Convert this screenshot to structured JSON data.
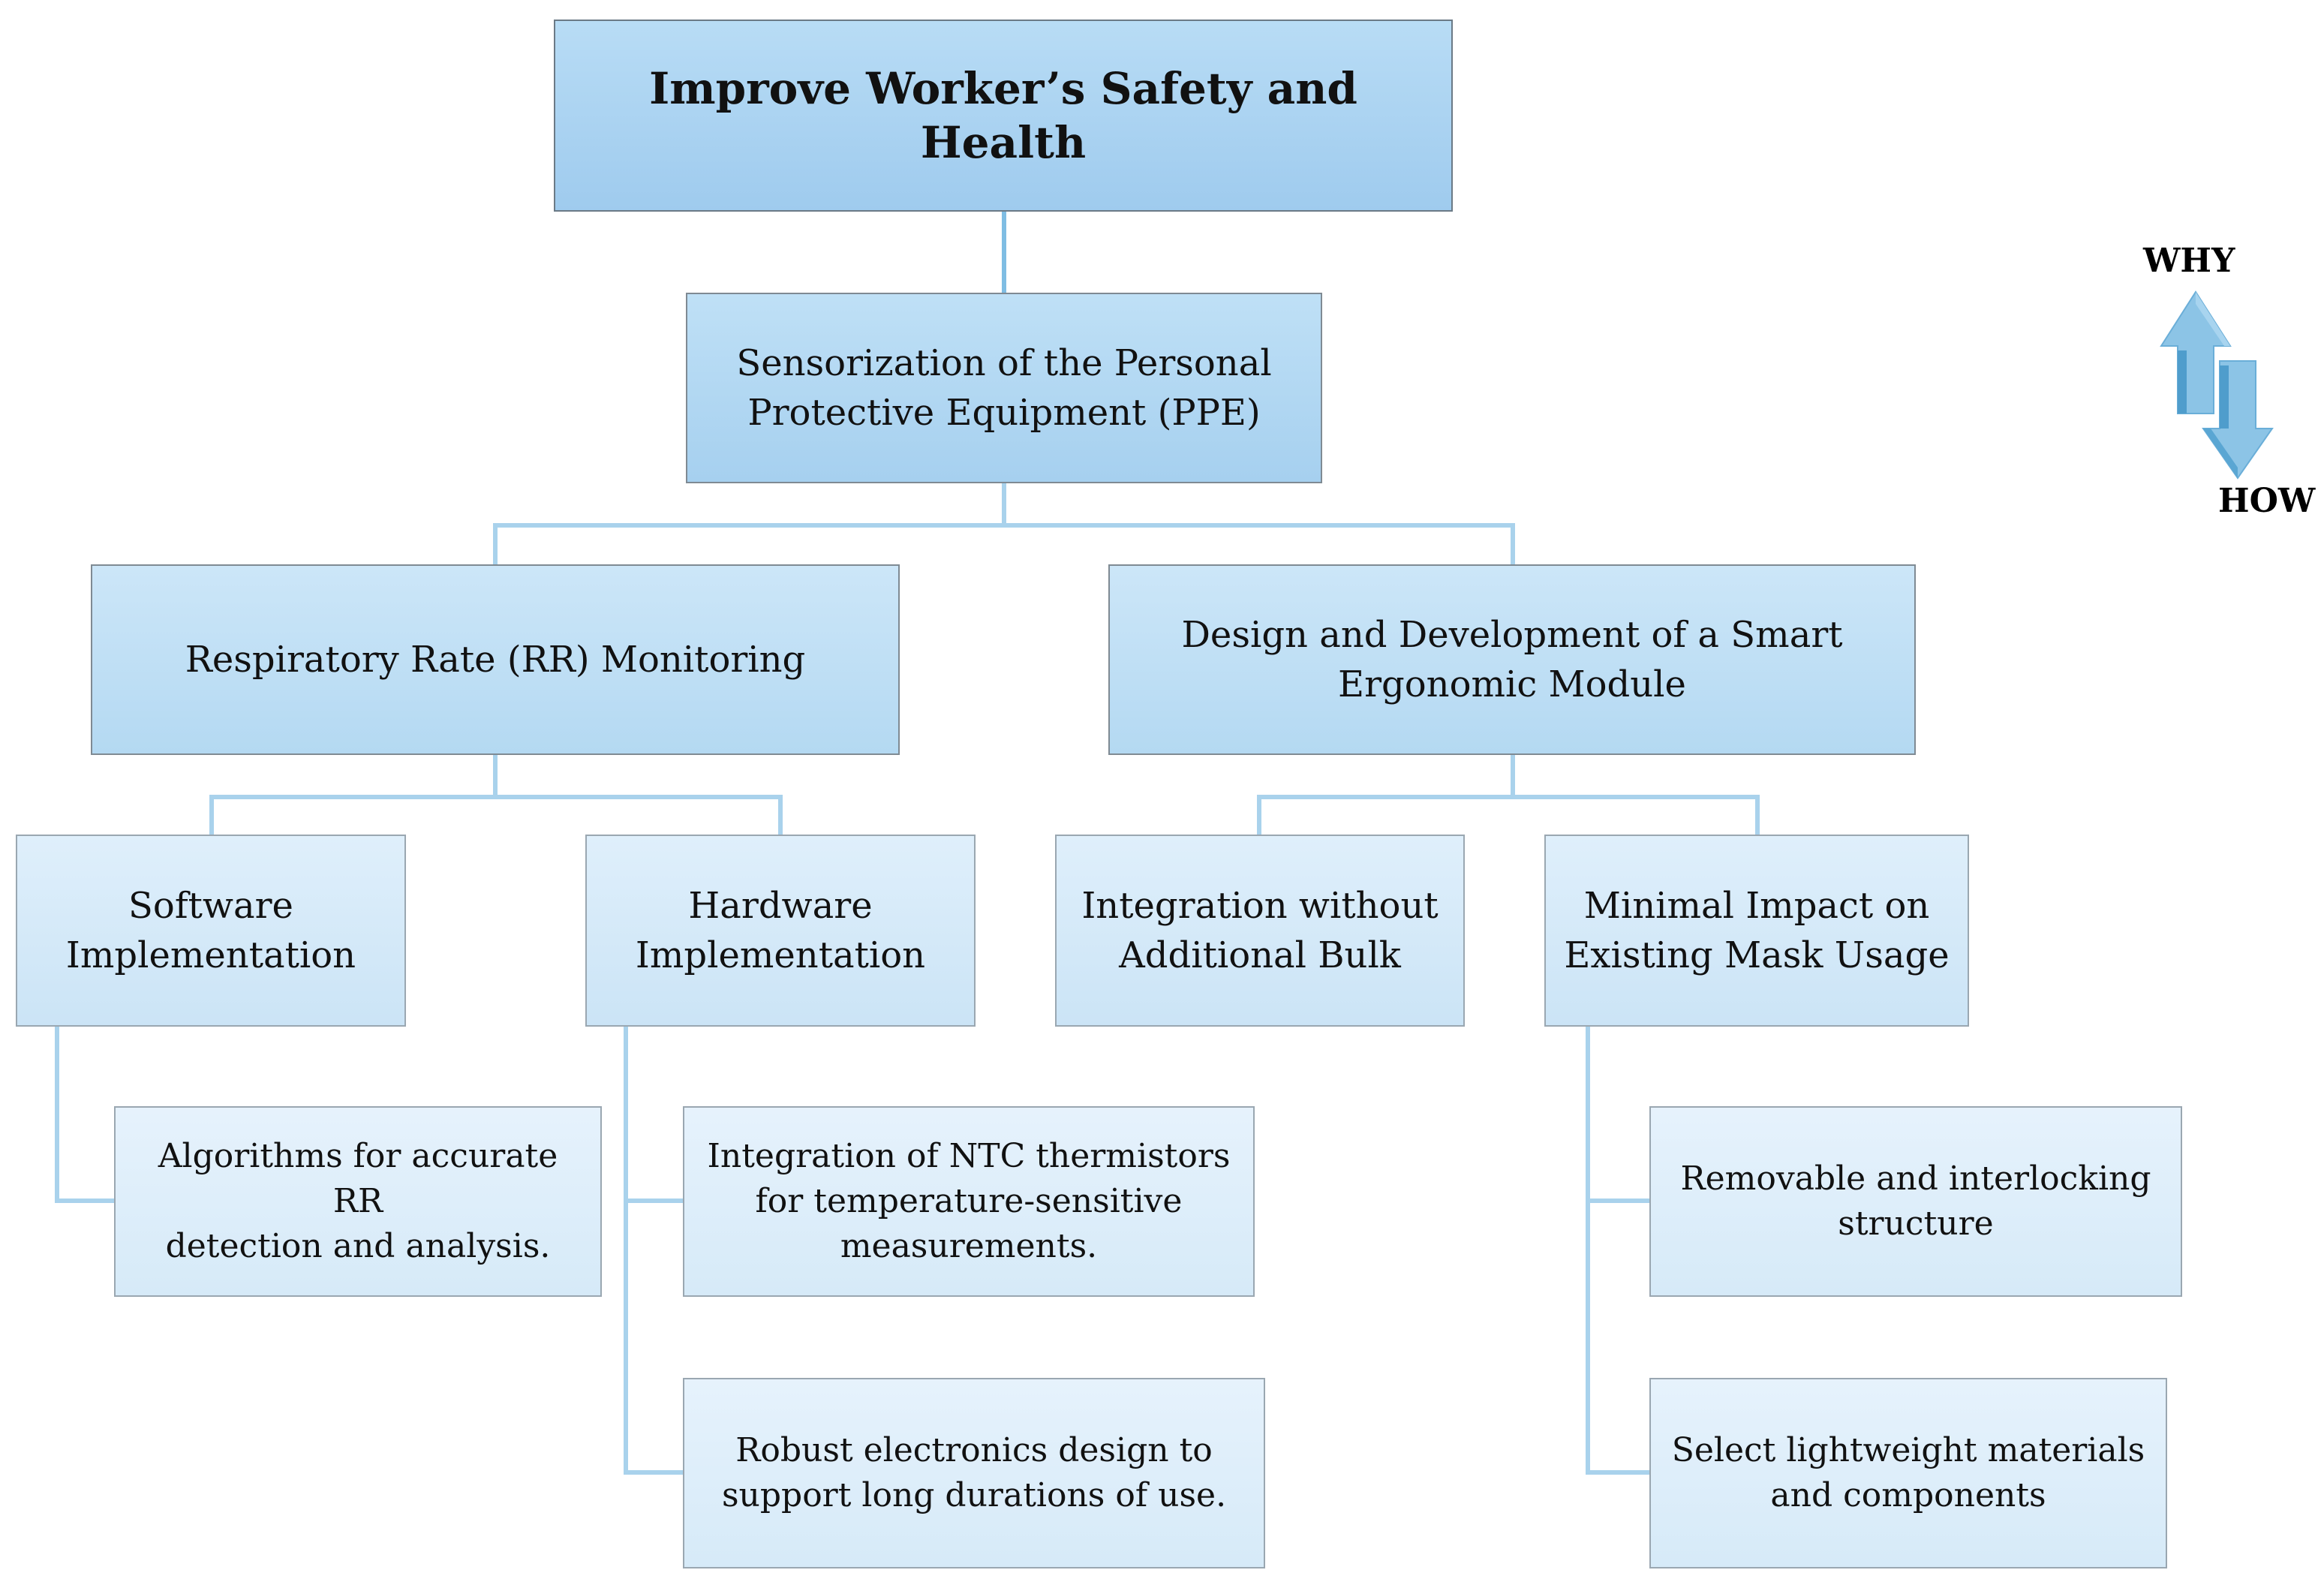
{
  "root": {
    "label": "Improve Worker’s Safety and Health"
  },
  "level1": {
    "label": "Sensorization of the Personal\nProtective Equipment (PPE)"
  },
  "branches": {
    "rr_monitoring": {
      "label": "Respiratory Rate (RR) Monitoring"
    },
    "smart_module": {
      "label": "Design and Development of a Smart\nErgonomic Module"
    }
  },
  "subbranches": {
    "software": {
      "label": "Software\nImplementation"
    },
    "hardware": {
      "label": "Hardware\nImplementation"
    },
    "integration": {
      "label": "Integration without\nAdditional Bulk"
    },
    "minimal_impact": {
      "label": "Minimal Impact on\nExisting Mask Usage"
    }
  },
  "leaves": {
    "algorithms": {
      "label": "Algorithms for accurate RR\ndetection and analysis."
    },
    "ntc": {
      "label": "Integration of  NTC thermistors\nfor temperature-sensitive\nmeasurements."
    },
    "robust": {
      "label": "Robust electronics design to\nsupport long durations of use."
    },
    "removable": {
      "label": "Removable and interlocking\nstructure"
    },
    "lightweight": {
      "label": "Select lightweight materials\nand components"
    }
  },
  "legend": {
    "why": "WHY",
    "how": "HOW",
    "up_icon": "up-arrow-icon",
    "down_icon": "down-arrow-icon"
  },
  "colors": {
    "connector": "#a9d2ec",
    "arrow": "#8cc4e6",
    "arrow_dark": "#5aa6d3"
  }
}
